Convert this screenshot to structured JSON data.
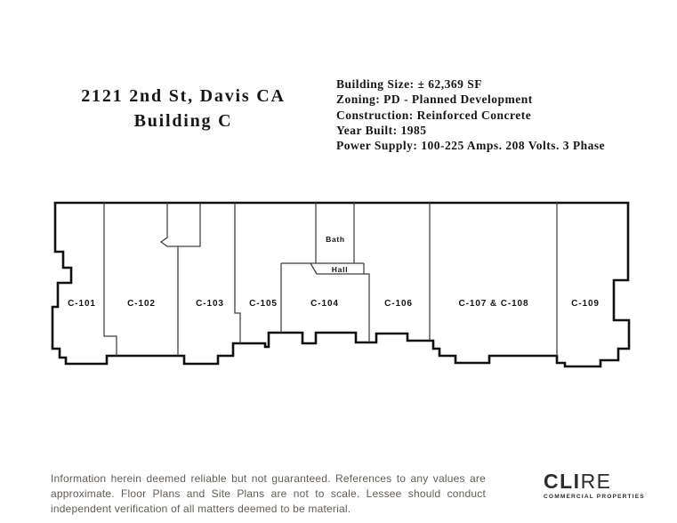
{
  "header": {
    "title_line1": "2121 2nd St, Davis CA",
    "title_line2": "Building C",
    "details": [
      "Building Size: ± 62,369 SF",
      "Zoning: PD - Planned Development",
      "Construction: Reinforced Concrete",
      "Year Built: 1985",
      "Power Supply: 100-225 Amps. 208 Volts. 3 Phase"
    ]
  },
  "plan": {
    "rooms": [
      {
        "label": "C-101"
      },
      {
        "label": "C-102"
      },
      {
        "label": "C-103"
      },
      {
        "label": "C-105"
      },
      {
        "label": "C-104"
      },
      {
        "label": "C-106"
      },
      {
        "label": "C-107 & C-108"
      },
      {
        "label": "C-109"
      }
    ],
    "bath_label": "Bath",
    "hall_label": "Hall"
  },
  "footer": {
    "disclaimer": "Information herein deemed reliable but not guaranteed. References to any values are approximate. Floor Plans and Site Plans are not to scale. Lessee should conduct independent verification of all matters deemed to be material.",
    "logo_bold": "CLI",
    "logo_light": "RE",
    "logo_tagline": "COMMERCIAL PROPERTIES"
  },
  "colors": {
    "background": "#ffffff",
    "outer_wall": "#101010",
    "partition_wall": "#3d3d3d",
    "ink": "#161616",
    "muted_text": "#615c57"
  }
}
